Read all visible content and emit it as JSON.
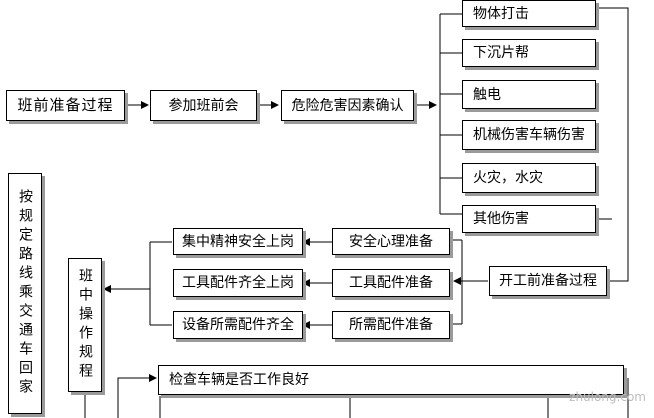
{
  "flow": {
    "pre_shift_prep": "班前准备过程",
    "pre_shift_meeting": "参加班前会",
    "hazard_confirm": "危险危害因素确认",
    "pre_work_prep": "开工前准备过程",
    "shift_operation": "班中操作规程",
    "return_home": "按规定路线乘交通车回家",
    "check_vehicle": "检查车辆是否工作良好"
  },
  "hazards": [
    "物体打击",
    "下沉片帮",
    "触电",
    "机械伤害车辆伤害",
    "火灾，水灾",
    "其他伤害"
  ],
  "prep_rows": [
    {
      "left": "集中精神安全上岗",
      "right": "安全心理准备"
    },
    {
      "left": "工具配件齐全上岗",
      "right": "工具配件准备"
    },
    {
      "left": "设备所需配件齐全",
      "right": "所需配件准备"
    }
  ],
  "watermark": "zhulong.com"
}
